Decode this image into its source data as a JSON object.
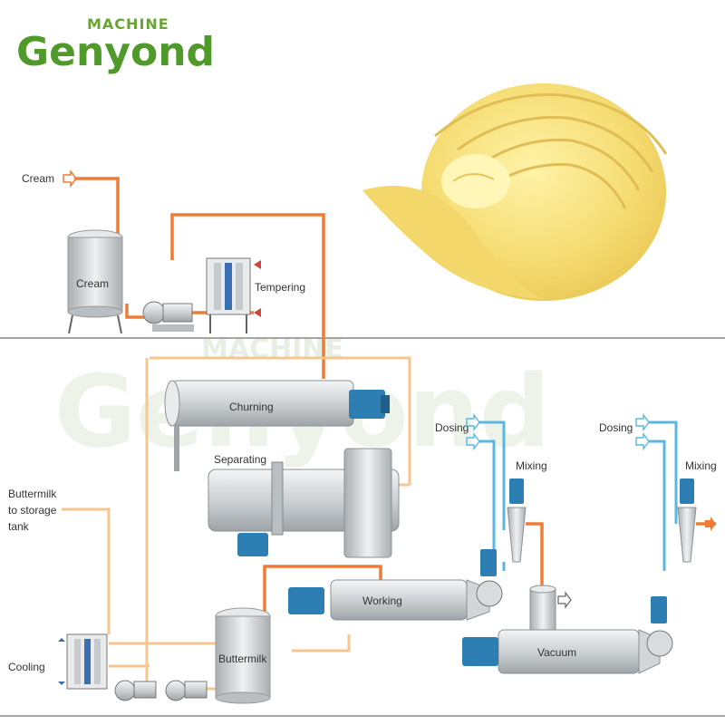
{
  "brand": {
    "top_word": "MACHINE",
    "name": "Genyond",
    "watermark_top": "MACHINE",
    "watermark_name": "Genyond",
    "colors": {
      "green": "#6aa533",
      "dark_green": "#3f7d1f",
      "watermark": "#e7efe0"
    }
  },
  "labels": {
    "cream_in": "Cream",
    "cream_tank": "Cream",
    "tempering": "Tempering",
    "churning": "Churning",
    "separating": "Separating",
    "buttermilk_out": [
      "Buttermilk",
      "to storage",
      "tank"
    ],
    "dosing_1": "Dosing",
    "mixing_1": "Mixing",
    "dosing_2": "Dosing",
    "mixing_2": "Mixing",
    "working": "Working",
    "vacuum": "Vacuum",
    "buttermilk_tank": "Buttermilk",
    "cooling": "Cooling"
  },
  "colors": {
    "cream_pipe": "#ee7b36",
    "buttermilk_pipe": "#f6c68f",
    "dosing_pipe": "#5bb7e0",
    "motor": "#2d7fb3",
    "steel": "#cfd3d6",
    "butter": "#f4dc73"
  },
  "product_image": "butter-curl"
}
